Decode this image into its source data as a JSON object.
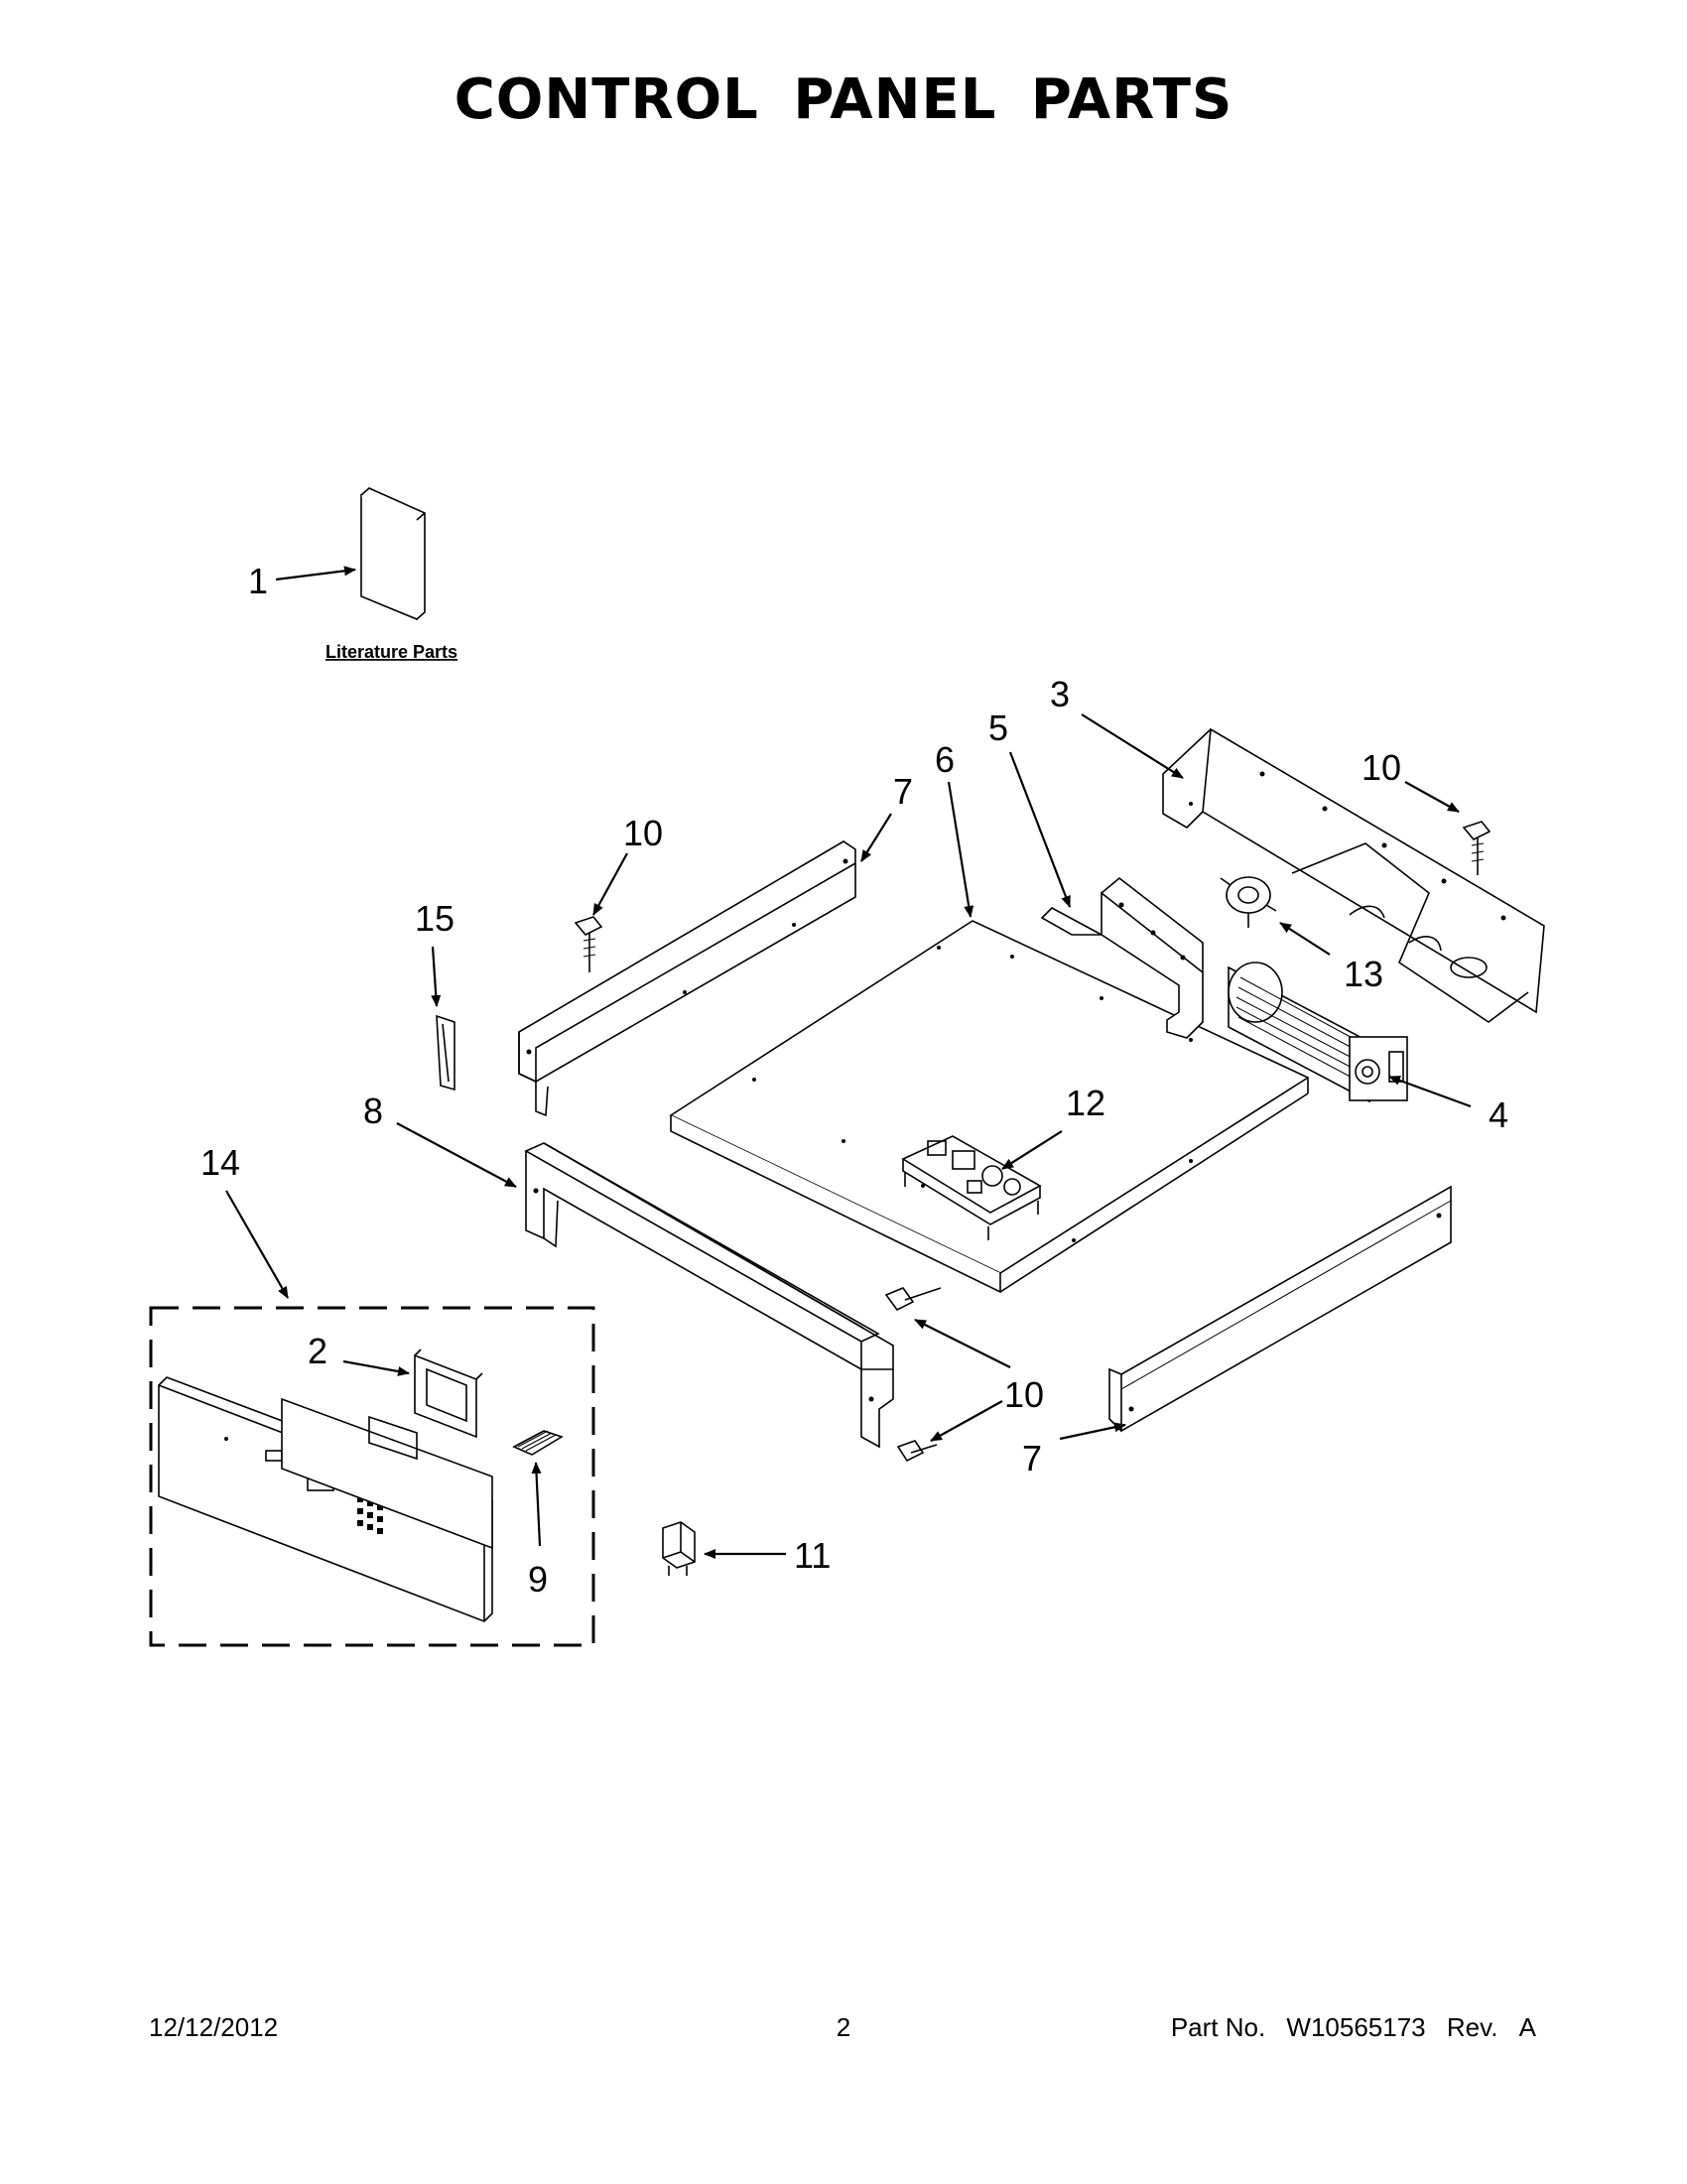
{
  "title": "CONTROL PANEL PARTS",
  "literature_label": "Literature Parts",
  "callouts": {
    "c1": "1",
    "c2": "2",
    "c3": "3",
    "c4": "4",
    "c5": "5",
    "c6": "6",
    "c7a": "7",
    "c7b": "7",
    "c8": "8",
    "c9": "9",
    "c10a": "10",
    "c10b": "10",
    "c10c": "10",
    "c11": "11",
    "c12": "12",
    "c13": "13",
    "c14": "14",
    "c15": "15"
  },
  "footer": {
    "date": "12/12/2012",
    "page": "2",
    "part_label": "Part No.",
    "part_number": "W10565173",
    "rev_label": "Rev.",
    "rev": "A"
  }
}
